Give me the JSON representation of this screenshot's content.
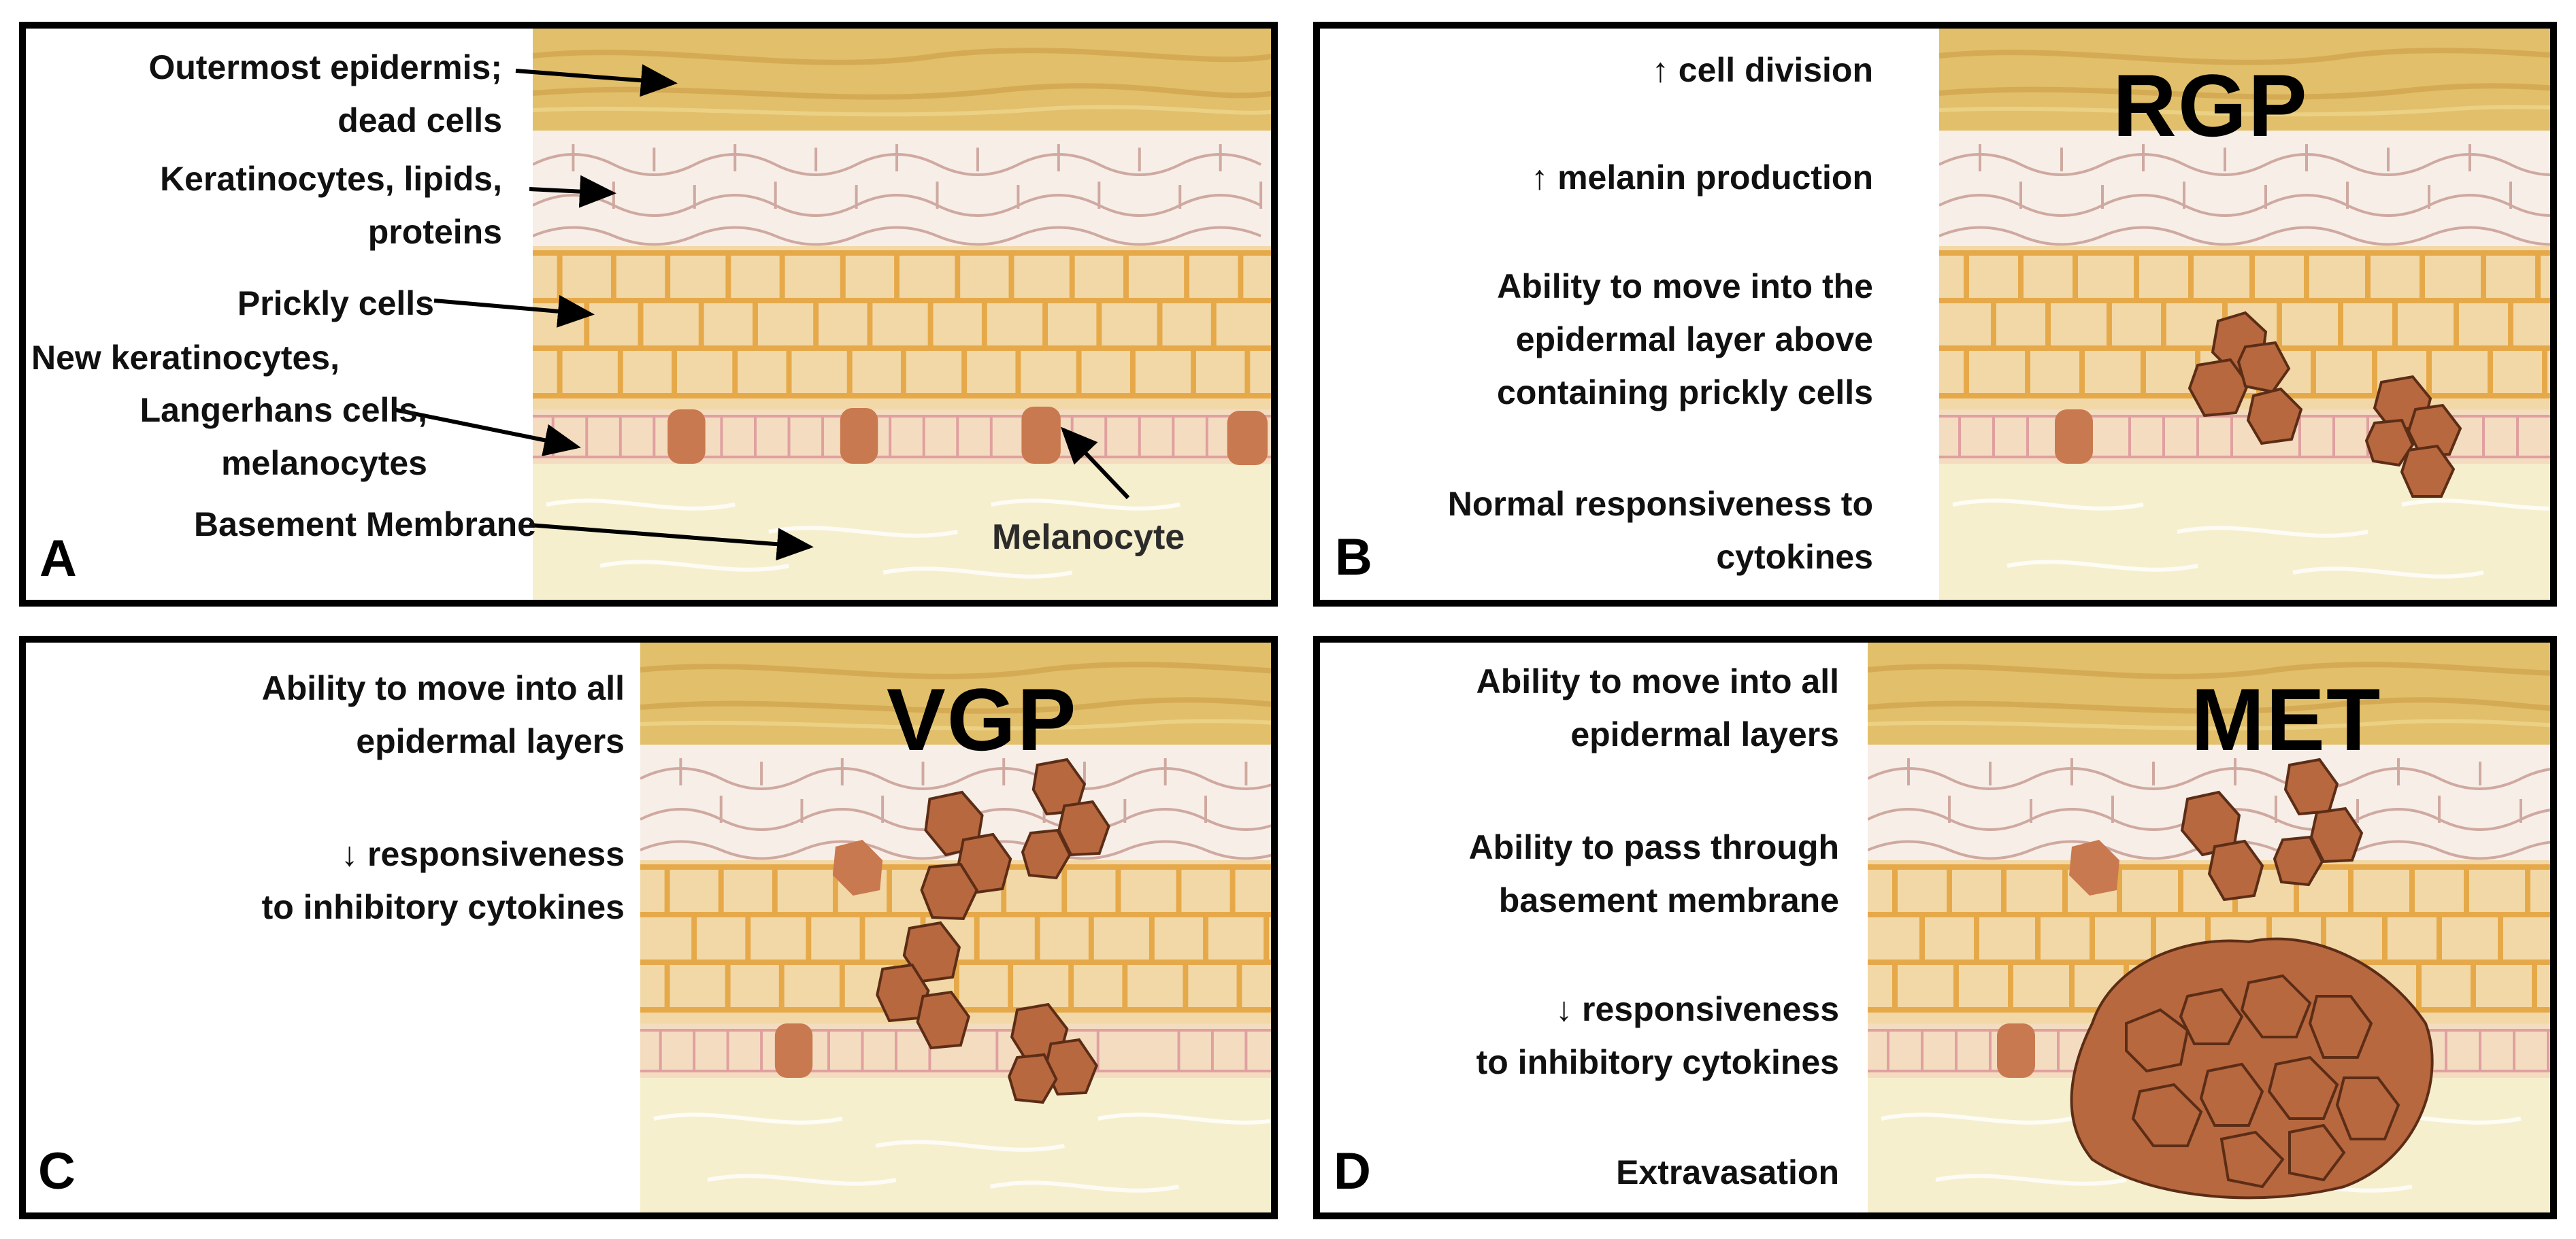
{
  "colors": {
    "dead_layer": "#e2bf6a",
    "keratin_layer": "#f7eee8",
    "prickly_layer": "#f2d8a6",
    "cell_outline": "#e6a94a",
    "basement": "#f6efcd",
    "melanocyte": "#c9794f",
    "tumor": "#b8683f",
    "tumor_outline": "#5c2d16"
  },
  "panel_a": {
    "letter": "A",
    "labels": [
      "Outermost epidermis;",
      "dead cells",
      "Keratinocytes, lipids,",
      "proteins",
      "Prickly cells",
      "New keratinocytes,",
      "Langerhans cells,",
      "melanocytes",
      "Basement Membrane"
    ],
    "melanocyte_label": "Melanocyte"
  },
  "panel_b": {
    "letter": "B",
    "stage": "RGP",
    "labels": [
      "↑ cell division",
      "↑ melanin production",
      "Ability to move into the",
      "epidermal layer above",
      "containing prickly cells",
      "Normal responsiveness to",
      "cytokines"
    ]
  },
  "panel_c": {
    "letter": "C",
    "stage": "VGP",
    "labels": [
      "Ability to move into all",
      "epidermal layers",
      "↓ responsiveness",
      "to inhibitory cytokines"
    ]
  },
  "panel_d": {
    "letter": "D",
    "stage": "MET",
    "labels": [
      "Ability to move into all",
      "epidermal layers",
      "Ability to pass through",
      "basement membrane",
      "↓ responsiveness",
      "to inhibitory cytokines",
      "Extravasation"
    ]
  }
}
